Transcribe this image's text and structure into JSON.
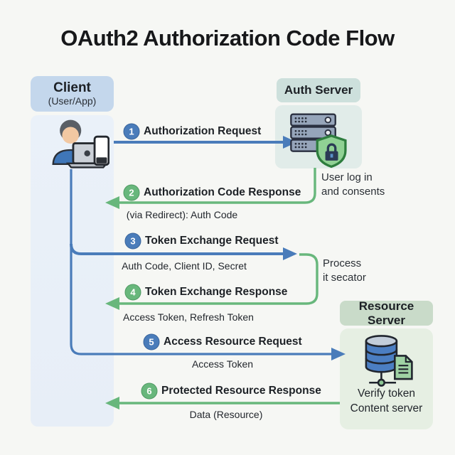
{
  "title": "OAuth2 Authorization Code Flow",
  "client": {
    "title": "Client",
    "subtitle": "(User/App)"
  },
  "auth_server": {
    "title": "Auth Server",
    "note_line1": "User log in",
    "note_line2": "and consents"
  },
  "resource_server": {
    "title": "Resource Server",
    "caption_line1": "Verify token",
    "caption_line2": "Content server"
  },
  "process_note": {
    "line1": "Process",
    "line2": "it secator"
  },
  "steps": [
    {
      "num": "1",
      "label": "Authorization Request",
      "sublabel": "",
      "direction": "right",
      "color": "#4a7cba"
    },
    {
      "num": "2",
      "label": "Authorization Code Response",
      "sublabel": "(via Redirect): Auth Code",
      "direction": "left",
      "color": "#68b77c"
    },
    {
      "num": "3",
      "label": "Token Exchange Request",
      "sublabel": "Auth Code, Client ID, Secret",
      "direction": "right",
      "color": "#4a7cba"
    },
    {
      "num": "4",
      "label": "Token Exchange Response",
      "sublabel": "Access Token, Refresh Token",
      "direction": "left",
      "color": "#68b77c"
    },
    {
      "num": "5",
      "label": "Access Resource Request",
      "sublabel": "Access Token",
      "direction": "right",
      "color": "#4a7cba"
    },
    {
      "num": "6",
      "label": "Protected Resource Response",
      "sublabel": "Data (Resource)",
      "direction": "left",
      "color": "#68b77c"
    }
  ],
  "icons": {
    "client": "user-laptop-phone-icon",
    "auth_server": "server-shield-lock-icon",
    "resource_server": "database-document-icon"
  },
  "colors": {
    "blue": "#4a7cba",
    "blue_dark": "#3a659c",
    "green": "#68b77c",
    "green_dark": "#4f9a63",
    "ink": "#1b1e23",
    "bg": "#f6f7f4",
    "client_header_bg": "#c4d7ec",
    "client_col_bg": "#e9f0f8",
    "auth_header_bg": "#cde0dc",
    "auth_box_bg": "#e1ece9",
    "res_header_bg": "#c9dbc9",
    "res_box_bg": "#e6efe3"
  }
}
